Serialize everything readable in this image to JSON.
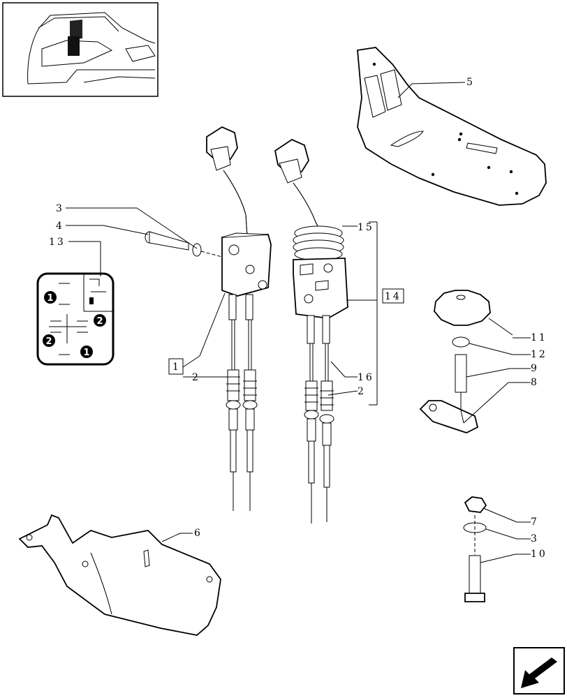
{
  "labels": {
    "l1": "1",
    "l2a": "2",
    "l2b": "2",
    "l3a": "3",
    "l3b": "3",
    "l4": "4",
    "l5": "5",
    "l6": "6",
    "l7": "7",
    "l8": "8",
    "l9": "9",
    "l10": "10",
    "l11": "11",
    "l12": "12",
    "l13": "13",
    "l14": "14",
    "l15": "15",
    "l16": "16"
  },
  "legend": {
    "n1": "1",
    "n2": "2"
  },
  "colors": {
    "ink": "#000000",
    "paper": "#ffffff"
  },
  "icons": {
    "nav": "arrow-back-icon",
    "thumbnail": "tractor-cab-thumbnail"
  }
}
